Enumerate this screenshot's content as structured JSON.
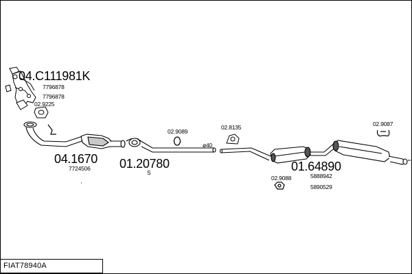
{
  "model": "FIAT78940A",
  "parts": {
    "manifold": {
      "number": "04.C111981K",
      "refs": [
        "7796878",
        "7796878"
      ]
    },
    "gasket_manifold": {
      "number": "02.9225"
    },
    "front_pipe": {
      "number": "04.1670",
      "ref": "7724506"
    },
    "catalyst": {
      "number": "01.20780",
      "note": "S"
    },
    "clamp": {
      "number": "02.9089"
    },
    "mount_mid": {
      "number": "02.8135"
    },
    "diameter_mark": {
      "text": "ø40"
    },
    "middle_silencer": {
      "number": "01.64890",
      "refs": [
        "5888942",
        "5890529"
      ]
    },
    "mount_rear_small": {
      "number": "02.9088"
    },
    "mount_rear": {
      "number": "02.9087"
    }
  }
}
